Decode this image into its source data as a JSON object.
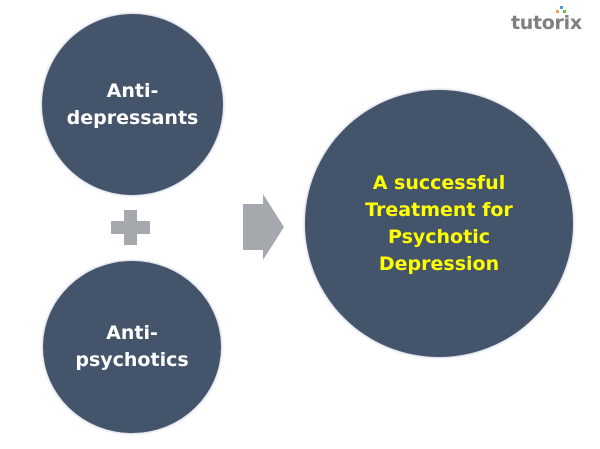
{
  "diagram": {
    "inputs": [
      {
        "label": "Anti-\ndepressants"
      },
      {
        "label": "Anti-\npsychotics"
      }
    ],
    "operator": "plus-icon",
    "connector": "arrow-right-icon",
    "result": {
      "label": "A successful\nTreatment for\nPsychotic\nDepression"
    }
  },
  "logo": {
    "text": "tutorix",
    "colors": [
      "#f4a340",
      "#3aa0d8",
      "#6cc04a"
    ]
  },
  "colors": {
    "circle_fill": "#44546a",
    "input_text": "#ffffff",
    "result_text": "#ffff00",
    "shape_gray": "#a5a8ad"
  }
}
